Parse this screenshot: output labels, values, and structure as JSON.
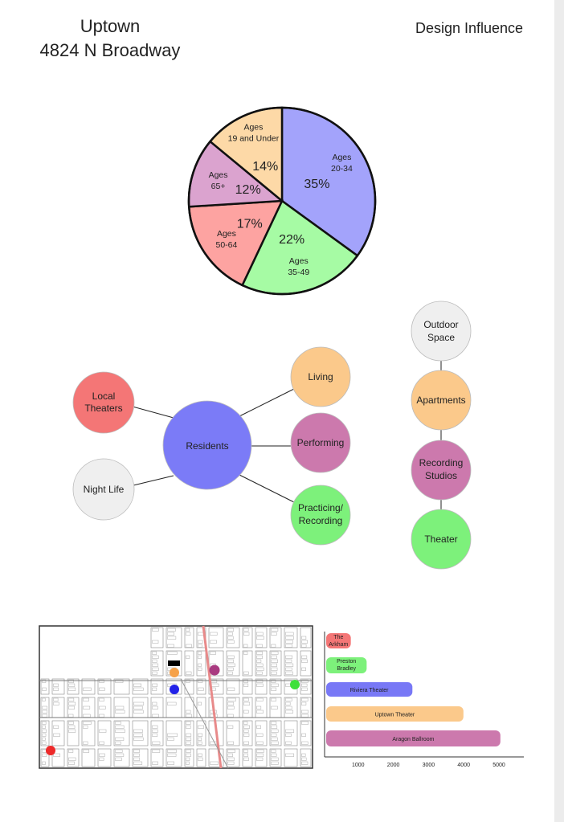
{
  "header": {
    "title_line1": "Uptown",
    "title_line2": "4824 N Broadway",
    "section": "Design Influence"
  },
  "colors": {
    "purple": "#a3a3fb",
    "green": "#a6fba4",
    "red": "#fda3a1",
    "pink": "#dba3cf",
    "peach": "#fdd9a7"
  },
  "chart_data": [
    {
      "type": "pie",
      "title": "",
      "slices": [
        {
          "label_l1": "Ages",
          "label_l2": "20-34",
          "value": 35,
          "pct": "35%",
          "color": "#a3a3fb"
        },
        {
          "label_l1": "Ages",
          "label_l2": "35-49",
          "value": 22,
          "pct": "22%",
          "color": "#a6fba4"
        },
        {
          "label_l1": "Ages",
          "label_l2": "50-64",
          "value": 17,
          "pct": "17%",
          "color": "#fda3a1"
        },
        {
          "label_l1": "Ages",
          "label_l2": "65+",
          "value": 12,
          "pct": "12%",
          "color": "#dba3cf"
        },
        {
          "label_l1": "Ages",
          "label_l2": "19 and Under",
          "value": 14,
          "pct": "14%",
          "color": "#fdd9a7"
        }
      ]
    },
    {
      "type": "bar",
      "orientation": "horizontal",
      "xlim": [
        0,
        5500
      ],
      "xticks": [
        "1000",
        "2000",
        "3000",
        "4000",
        "5000"
      ],
      "tick_values": [
        1000,
        2000,
        3000,
        4000,
        5000
      ],
      "bars": [
        {
          "label_l1": "The",
          "label_l2": "Arkham",
          "value": 700,
          "color": "#f47676"
        },
        {
          "label_l1": "Preston",
          "label_l2": "Bradley",
          "value": 1150,
          "color": "#7df17b"
        },
        {
          "label_l1": "Riviera Theater",
          "label_l2": "",
          "value": 2450,
          "color": "#7878f6"
        },
        {
          "label_l1": "Uptown Theater",
          "label_l2": "",
          "value": 3900,
          "color": "#fbc98b"
        },
        {
          "label_l1": "Aragon Ballroom",
          "label_l2": "",
          "value": 4950,
          "color": "#cc79ad"
        }
      ]
    }
  ],
  "bubbles": {
    "center": "Residents",
    "local_theaters": [
      "Local",
      "Theaters"
    ],
    "night_life": "Night Life",
    "living": "Living",
    "performing": "Performing",
    "practicing": [
      "Practicing/",
      "Recording"
    ]
  },
  "chain": {
    "outdoor": [
      "Outdoor",
      "Space"
    ],
    "apartments": "Apartments",
    "studios": [
      "Recording",
      "Studios"
    ],
    "theater": "Theater"
  }
}
